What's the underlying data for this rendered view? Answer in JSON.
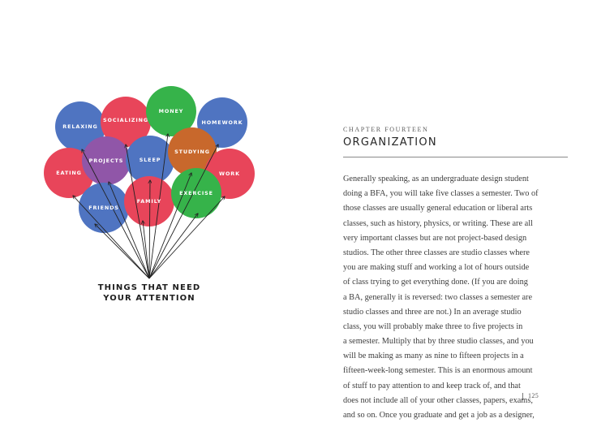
{
  "illustration": {
    "caption_line_1": "THINGS THAT NEED",
    "caption_line_2": "YOUR ATTENTION",
    "balloons": [
      {
        "key": "relaxing",
        "label": "RELAXING",
        "color": "#4f74c1"
      },
      {
        "key": "socializing",
        "label": "SOCIALIZING",
        "color": "#e8455a"
      },
      {
        "key": "money",
        "label": "MONEY",
        "color": "#36b34a"
      },
      {
        "key": "homework",
        "label": "HOMEWORK",
        "color": "#4f74c1"
      },
      {
        "key": "eating",
        "label": "EATING",
        "color": "#e8455a"
      },
      {
        "key": "projects",
        "label": "PROJECTS",
        "color": "#9056a8"
      },
      {
        "key": "sleep",
        "label": "SLEEP",
        "color": "#4f74c1"
      },
      {
        "key": "studying",
        "label": "STUDYING",
        "color": "#c8682c"
      },
      {
        "key": "work",
        "label": "WORK",
        "color": "#e8455a"
      },
      {
        "key": "friends",
        "label": "FRIENDS",
        "color": "#4f74c1"
      },
      {
        "key": "family",
        "label": "FAMILY",
        "color": "#e8455a"
      },
      {
        "key": "exercise",
        "label": "EXERCISE",
        "color": "#36b34a"
      }
    ]
  },
  "chapter": {
    "label": "CHAPTER FOURTEEN",
    "title": "ORGANIZATION"
  },
  "body_lines": [
    "Generally speaking, as an undergraduate design student",
    "doing a BFA, you will take five classes a semester. Two of",
    "those classes are usually general education or liberal arts",
    "classes, such as history, physics, or writing. These are all",
    "very important classes but are not project-based design",
    "studios. The other three classes are studio classes where",
    "you are making stuff and working a lot of hours outside",
    "of class trying to get everything done. (If you are doing",
    "a BA, generally it is reversed: two classes a semester are",
    "studio classes and three are not.) In an average studio",
    "class, you will probably make three to five projects in",
    "a semester. Multiply that by three studio classes, and you",
    "will be making as many as nine to fifteen projects in a",
    "fifteen-week-long semester. This is an enormous amount",
    "of stuff to pay attention to and keep track of, and that",
    "does not include all of your other classes, papers, exams,",
    "and so on. Once you graduate and get a job as a designer,"
  ],
  "page_number": "125"
}
